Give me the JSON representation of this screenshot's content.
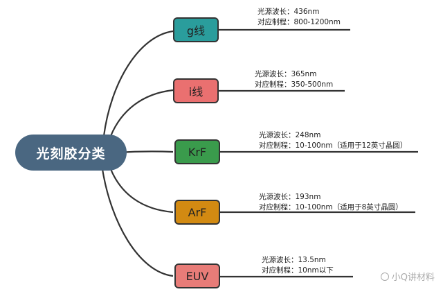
{
  "root": {
    "label": "光刻胶分类",
    "color": "#4a6781"
  },
  "branches": [
    {
      "label": "g线",
      "color": "#2a9d9c",
      "line1": "光源波长：436nm",
      "line2": "对应制程：800-1200nm"
    },
    {
      "label": "i线",
      "color": "#ea7070",
      "line1": "光源波长：365nm",
      "line2": "对应制程：350-500nm"
    },
    {
      "label": "KrF",
      "color": "#3a9b4c",
      "line1": "光源波长：248nm",
      "line2": "对应制程：10-100nm（适用于12英寸晶圆）"
    },
    {
      "label": "ArF",
      "color": "#d28a12",
      "line1": "光源波长：193nm",
      "line2": "对应制程：10-100nm（适用于8英寸晶圆）"
    },
    {
      "label": "EUV",
      "color": "#e87c78",
      "line1": "光源波长：13.5nm",
      "line2": "对应制程：10nm以下"
    }
  ],
  "watermark": {
    "text": "小Q讲材料"
  },
  "colors": {
    "line": "#333333",
    "background": "#ffffff"
  }
}
